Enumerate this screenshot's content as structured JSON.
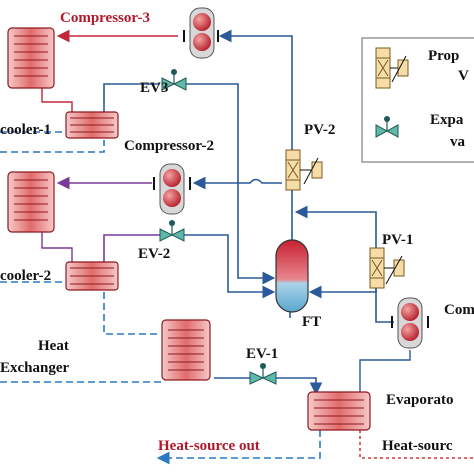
{
  "labels": {
    "compressor_3": "Compressor-3",
    "compressor_2": "Compressor-2",
    "compressor_1_partial": "Com",
    "cooler_1": "cooler-1",
    "cooler_2": "cooler-2",
    "ev3": "EV3",
    "ev2": "EV-2",
    "ev1": "EV-1",
    "pv2": "PV-2",
    "pv1": "PV-1",
    "ft": "FT",
    "heat_exchanger_line1": "Heat",
    "heat_exchanger_line2": "Exchanger",
    "evaporator": "Evaporato",
    "heat_source_out": "Heat-source out",
    "heat_source_in": "Heat-sourc"
  },
  "legend": {
    "prop_valve_line1": "Prop",
    "prop_valve_line2": "V",
    "exp_valve_line1": "Expa",
    "exp_valve_line2": "va"
  },
  "colors": {
    "refrigerant_hot": "#c0283a",
    "refrigerant_purple": "#7a3a9a",
    "refrigerant_cold": "#2a5a9a",
    "water_dashed": "#2b78c5",
    "heat_source_in": "#d23a3a"
  }
}
